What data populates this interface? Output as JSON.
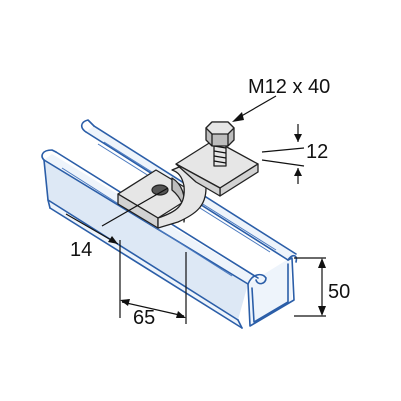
{
  "labels": {
    "bolt_spec": "M12 x 40",
    "height": "50",
    "length": "65",
    "hole_offset": "14",
    "thickness": "12"
  }
}
